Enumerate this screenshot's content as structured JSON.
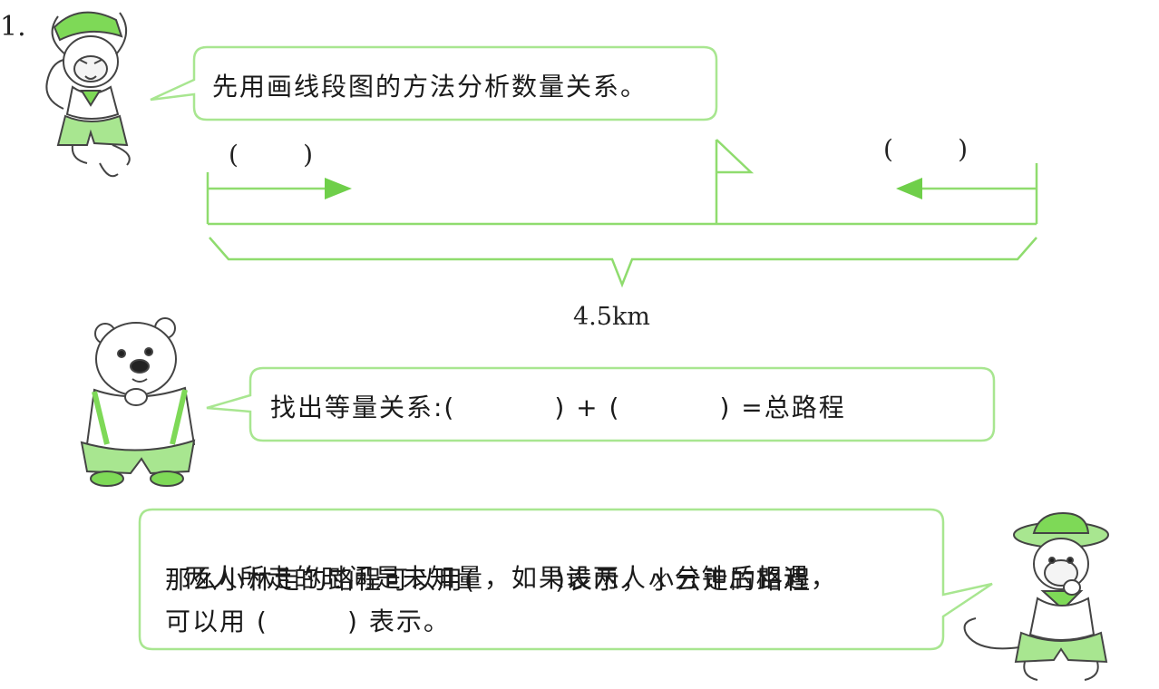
{
  "question_number": "1.",
  "bubble1": {
    "text": "先用画线段图的方法分析数量关系。"
  },
  "diagram": {
    "left_blank": "(        )",
    "right_blank": "(        )",
    "total_label": "4.5km"
  },
  "bubble2": {
    "text": "找出等量关系:(          ) + (          ) =总路程"
  },
  "bubble3": {
    "line1_a": "两人所走的时间是未知量，如果设两人",
    "line1_var": "x",
    "line1_b": "分钟后相遇，",
    "line2": "那么小林走的路程可以用(        )表示，小云走的路程",
    "line3": "可以用 (        ) 表示。"
  },
  "colors": {
    "green": "#7ed957",
    "green_light": "#a8e690",
    "green_fill": "#6fcf4a"
  },
  "characters": [
    "monkey-arms-up-icon",
    "bear-icon",
    "monkey-sitting-icon"
  ]
}
